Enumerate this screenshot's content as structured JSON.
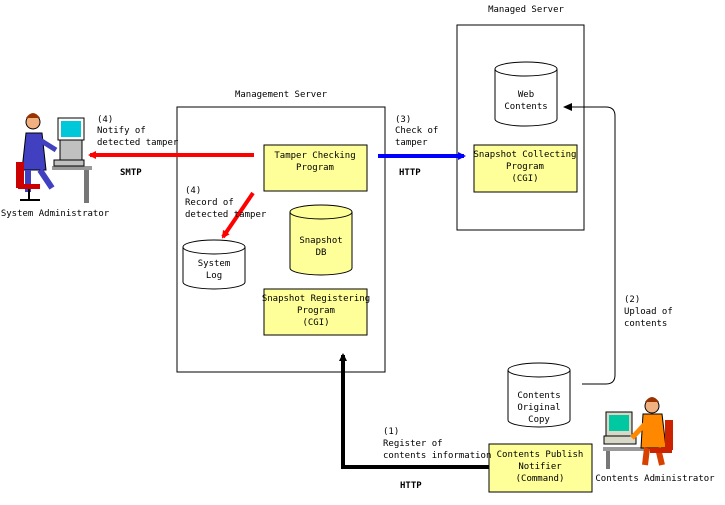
{
  "servers": {
    "managed": {
      "title": "Managed Server"
    },
    "management": {
      "title": "Management Server"
    }
  },
  "components": {
    "web_contents": [
      "Web",
      "Contents"
    ],
    "snapshot_collecting": [
      "Snapshot Collecting",
      "Program",
      "(CGI)"
    ],
    "tamper_checking": [
      "Tamper Checking",
      "Program"
    ],
    "snapshot_db": [
      "Snapshot",
      "DB"
    ],
    "system_log": [
      "System",
      "Log"
    ],
    "snapshot_registering": [
      "Snapshot Registering",
      "Program",
      "(CGI)"
    ],
    "contents_original": [
      "Contents",
      "Original",
      "Copy"
    ],
    "publish_notifier": [
      "Contents Publish",
      "Notifier",
      "(Command)"
    ]
  },
  "actors": {
    "system_admin": "System Administrator",
    "contents_admin": "Contents Administrator"
  },
  "flows": {
    "notify": [
      "(4)",
      "Notify of",
      "detected tamper"
    ],
    "smtp": "SMTP",
    "record": [
      "(4)",
      "Record of",
      "detected tamper"
    ],
    "check": [
      "(3)",
      "Check of",
      "tamper"
    ],
    "http_check": "HTTP",
    "upload": [
      "(2)",
      "Upload of",
      "contents"
    ],
    "register": [
      "(1)",
      "Register of",
      "contents information"
    ],
    "http_register": "HTTP"
  },
  "colors": {
    "box_fill": "#ffff99",
    "db_fill": "#ffff99",
    "arrow_notify": "#ff0000",
    "arrow_check": "#0000ff",
    "arrow_register": "#000000"
  }
}
